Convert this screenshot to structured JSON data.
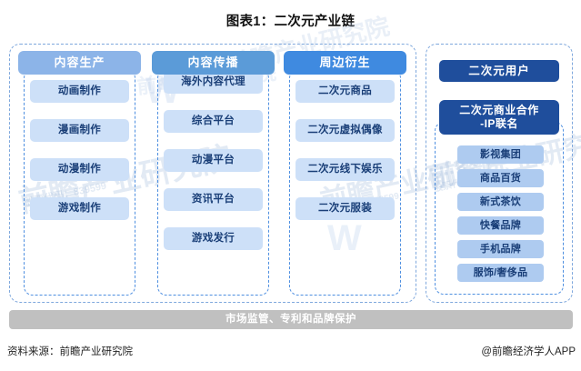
{
  "title": "图表1：二次元产业链",
  "columns": [
    {
      "header": "内容生产",
      "items": [
        "动画制作",
        "漫画制作",
        "动漫制作",
        "游戏制作"
      ]
    },
    {
      "header": "内容传播",
      "items": [
        "海外内容代理",
        "综合平台",
        "动漫平台",
        "资讯平台",
        "游戏发行"
      ]
    },
    {
      "header": "周边衍生",
      "items": [
        "二次元商品",
        "二次元虚拟偶像",
        "二次元线下娱乐",
        "二次元服装"
      ]
    }
  ],
  "right_panel": {
    "user_header": "二次元用户",
    "coop_header_line1": "二次元商业合作",
    "coop_header_line2": "-IP联名",
    "coop_items": [
      "影视集团",
      "商品百货",
      "新式茶饮",
      "快餐品牌",
      "手机品牌",
      "服饰/奢侈品"
    ]
  },
  "bottom_bar": "市场监管、专利和品牌保护",
  "footer": {
    "source": "资料来源：前瞻产业研究院",
    "brand": "@前瞻经济学人APP"
  },
  "watermarks": {
    "institute": "前瞻产业研究院",
    "code": "股票代码：839599",
    "logo": "W"
  },
  "colors": {
    "header_col_0": "#8cb4e8",
    "header_col_1": "#5b9bd8",
    "header_col_2": "#3f8ae0",
    "header_dark": "#1f4e9c",
    "pill_bg": "#cde0f8",
    "pill_bg_right": "#aecbf0",
    "pill_text": "#1a3f78",
    "dashed_border": "#4e8fe0",
    "bottom_bar": "#c0c0c0"
  }
}
